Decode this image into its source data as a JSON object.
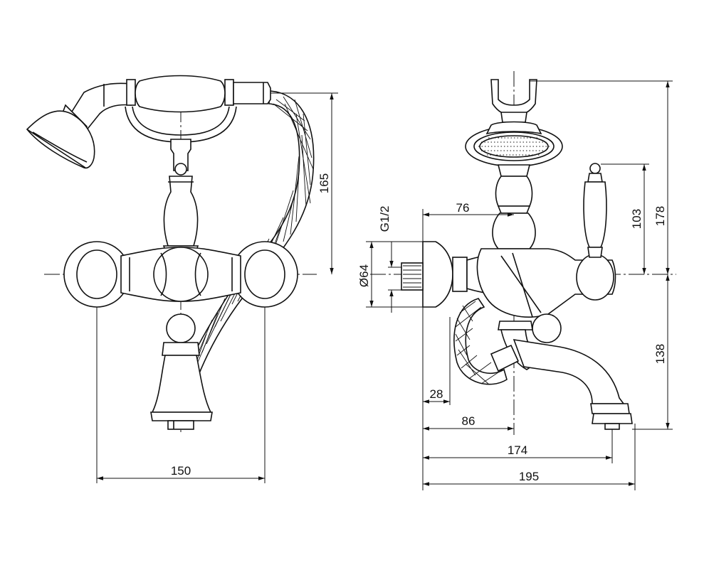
{
  "dimensions": {
    "front_width": "150",
    "front_height": "165",
    "side_inlet_offset": "76",
    "side_thread": "G1/2",
    "side_flange_dia": "Ø64",
    "side_wall_to_hose": "28",
    "side_wall_to_spout_body": "86",
    "side_spout_reach": "174",
    "side_overall_depth": "195",
    "side_handle_height": "103",
    "side_overall_height": "178",
    "side_spout_height": "138"
  }
}
